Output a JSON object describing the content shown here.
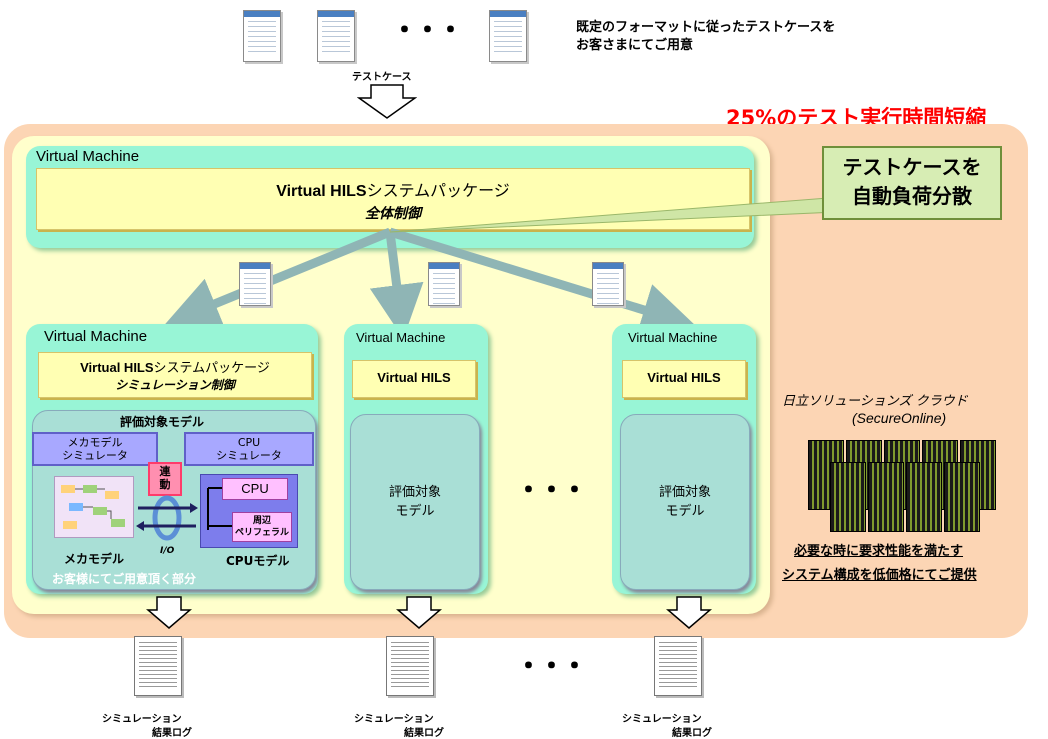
{
  "top": {
    "note_line1": "既定のフォーマットに従ったテストケースを",
    "note_line2": "お客さまにてご用意",
    "testcase_label": "テストケース",
    "dots": "･･･"
  },
  "headline": "25%のテスト実行時間短縮",
  "callout": {
    "line1": "テストケースを",
    "line2": "自動負荷分散"
  },
  "master_vm": {
    "title": "Virtual Machine",
    "package_bold": "Virtual HILS",
    "package_rest": "システムパッケージ",
    "control": "全体制御"
  },
  "vm1": {
    "title": "Virtual Machine",
    "package_bold": "Virtual HILS",
    "package_rest": "システムパッケージ",
    "control": "シミュレーション制御",
    "model_title": "評価対象モデル",
    "mecha_sim_line1": "メカモデル",
    "mecha_sim_line2": "シミュレータ",
    "cpu_sim_line1": "CPU",
    "cpu_sim_line2": "シミュレータ",
    "link_char1": "連",
    "link_char2": "動",
    "cpu": "CPU",
    "peripheral_line1": "周辺",
    "peripheral_line2": "ペリフェラル",
    "io": "I/O",
    "mecha_model": "メカモデル",
    "cpu_model": "CPUモデル",
    "footer": "お客様にてご用意頂く部分"
  },
  "vm2": {
    "title": "Virtual Machine",
    "hils": "Virtual HILS",
    "model_line1": "評価対象",
    "model_line2": "モデル"
  },
  "vm3": {
    "title": "Virtual Machine",
    "hils": "Virtual HILS",
    "model_line1": "評価対象",
    "model_line2": "モデル"
  },
  "middle_dots": "･･･",
  "cloud": {
    "name": "日立ソリューションズ クラウド",
    "product": "(SecureOnline)",
    "desc_line1": "必要な時に要求性能を満たす",
    "desc_line2": "システム構成を低価格にてご提供"
  },
  "bottom": {
    "log_line1": "シミュレーション",
    "log_line2": "結果ログ",
    "dots": "･･･"
  },
  "colors": {
    "headline": "#ff0000",
    "outer_bg": "#fcd5b4",
    "inner_bg": "#ffffcc",
    "vm_bg": "#98f5d6",
    "package_bg": "#ffffb3"
  }
}
